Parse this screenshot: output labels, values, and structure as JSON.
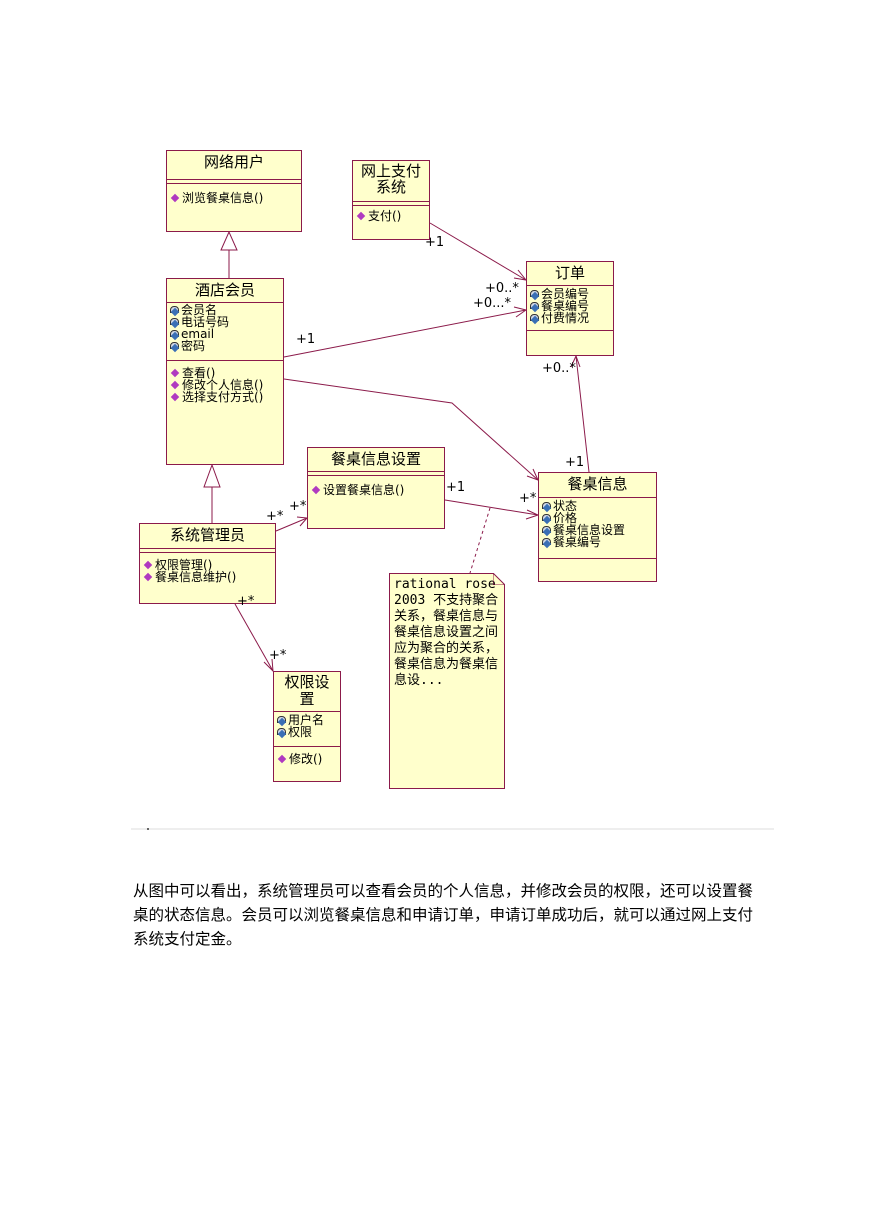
{
  "classes": {
    "network_user": {
      "name": "网络用户",
      "attributes": [],
      "operations": [
        "浏览餐桌信息()"
      ]
    },
    "payment_system": {
      "name_line1": "网上支付",
      "name_line2": "系统",
      "attributes": [],
      "operations": [
        "支付()"
      ]
    },
    "order": {
      "name": "订单",
      "attributes": [
        "会员编号",
        "餐桌编号",
        "付费情况"
      ],
      "operations": []
    },
    "hotel_member": {
      "name": "酒店会员",
      "attributes": [
        "会员名",
        "电话号码",
        "email",
        "密码"
      ],
      "operations": [
        "查看()",
        "修改个人信息()",
        "选择支付方式()"
      ]
    },
    "table_info_setting": {
      "name": "餐桌信息设置",
      "attributes": [],
      "operations": [
        "设置餐桌信息()"
      ]
    },
    "table_info": {
      "name": "餐桌信息",
      "attributes": [
        "状态",
        "价格",
        "餐桌信息设置",
        "餐桌编号"
      ],
      "operations": []
    },
    "system_admin": {
      "name": "系统管理员",
      "attributes": [],
      "operations": [
        "权限管理()",
        "餐桌信息维护()"
      ]
    },
    "permission_setting": {
      "name_line1": "权限设",
      "name_line2": "置",
      "attributes": [
        "用户名",
        "权限"
      ],
      "operations": [
        "修改()"
      ]
    }
  },
  "multiplicities": {
    "pay_order_src": "+1",
    "pay_order_dst": "+0..*",
    "member_order_src": "+1",
    "member_order_dst": "+0...*",
    "table_order_dst": "+0..*",
    "table_order_src": "+1",
    "admin_setting_src": "+*",
    "admin_setting_dst": "+*",
    "setting_table_src": "+1",
    "setting_table_dst": "+*",
    "admin_perm_src": "+*",
    "admin_perm_dst": "+*"
  },
  "note": {
    "text": "rational rose2003 不支持聚合关系，餐桌信息与餐桌信息设置之间应为聚合的关系，餐桌信息为餐桌信息设..."
  },
  "paragraph": "从图中可以看出，系统管理员可以查看会员的个人信息，并修改会员的权限，还可以设置餐桌的状态信息。会员可以浏览餐桌信息和申请订单，申请订单成功后，就可以通过网上支付系统支付定金。",
  "colors": {
    "class_fill": "#ffffcc",
    "line": "#8b1a4a",
    "operation_icon": "#b03ac0",
    "attribute_icon": "#3a6fb5"
  }
}
